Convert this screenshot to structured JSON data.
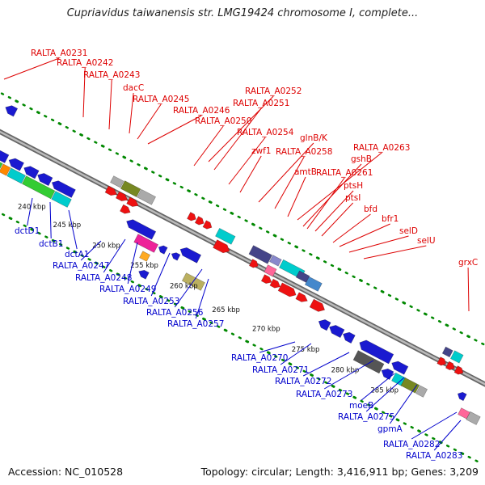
{
  "title": "Cupriavidus taiwanensis str. LMG19424 chromosome I, complete...",
  "footer": {
    "accession": "Accession: NC_010528",
    "topology": "Topology: circular; Length: 3,416,911 bp; Genes: 3,209"
  },
  "colors": {
    "forward_label": "#dd0000",
    "reverse_label": "#0000cc",
    "backbone": "#888888",
    "tick": "#008800"
  },
  "ticks": [
    "240 kbp",
    "245 kbp",
    "250 kbp",
    "255 kbp",
    "260 kbp",
    "265 kbp",
    "270 kbp",
    "275 kbp",
    "280 kbp",
    "285 kbp"
  ],
  "forward_labels": [
    "RALTA_A0231",
    "RALTA_A0242",
    "RALTA_A0243",
    "dacC",
    "RALTA_A0245",
    "RALTA_A0246",
    "RALTA_A0250",
    "RALTA_A0252",
    "RALTA_A0251",
    "RALTA_A0254",
    "zwf1",
    "glnB/K",
    "RALTA_A0258",
    "amtB",
    "RALTA_A0263",
    "gshB",
    "RALTA_A0261",
    "ptsH",
    "ptsI",
    "bfd",
    "bfr1",
    "selD",
    "selU",
    "grxC"
  ],
  "reverse_labels": [
    "dctD1",
    "dctB1",
    "dctA1",
    "RALTA_A0247",
    "RALTA_A0248",
    "RALTA_A0249",
    "RALTA_A0253",
    "RALTA_A0256",
    "RALTA_A0257",
    "RALTA_A0270",
    "RALTA_A0271",
    "RALTA_A0272",
    "RALTA_A0273",
    "moeB",
    "RALTA_A0275",
    "gpmA",
    "RALTA_A0282",
    "RALTA_A0283"
  ]
}
